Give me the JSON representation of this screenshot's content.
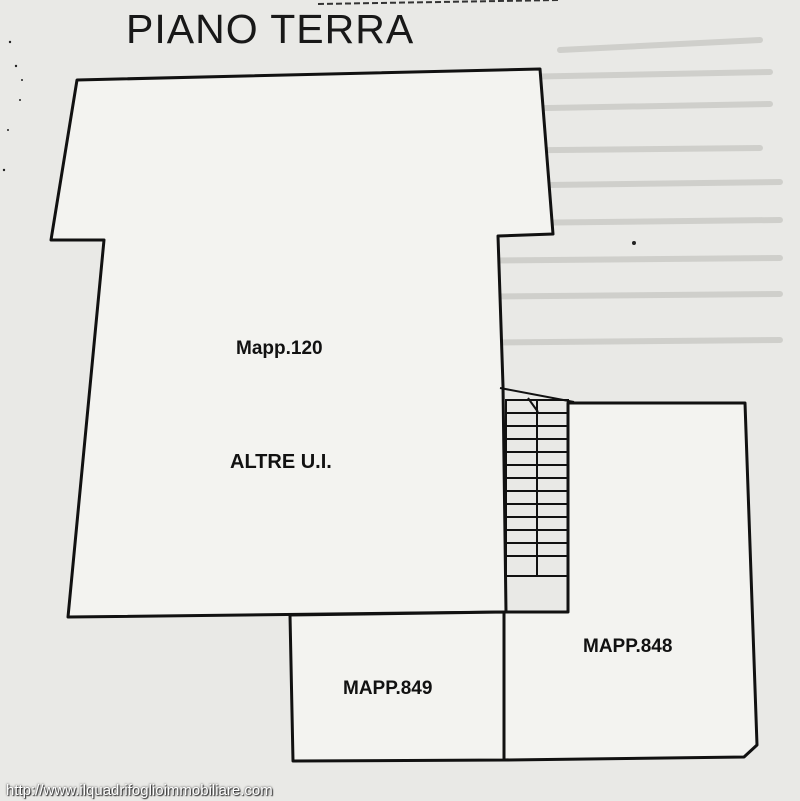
{
  "title": "PIANO TERRA",
  "areas": {
    "main": {
      "parcel": "Mapp.120",
      "note": "ALTRE U.I."
    },
    "right": {
      "parcel": "MAPP.848"
    },
    "bottom": {
      "parcel": "MAPP.849"
    }
  },
  "watermark": "http://www.ilquadrifoglioimmobiliare.com",
  "colors": {
    "line": "#111111",
    "paper": "#f2f2ef",
    "background": "#e9e9e6"
  }
}
